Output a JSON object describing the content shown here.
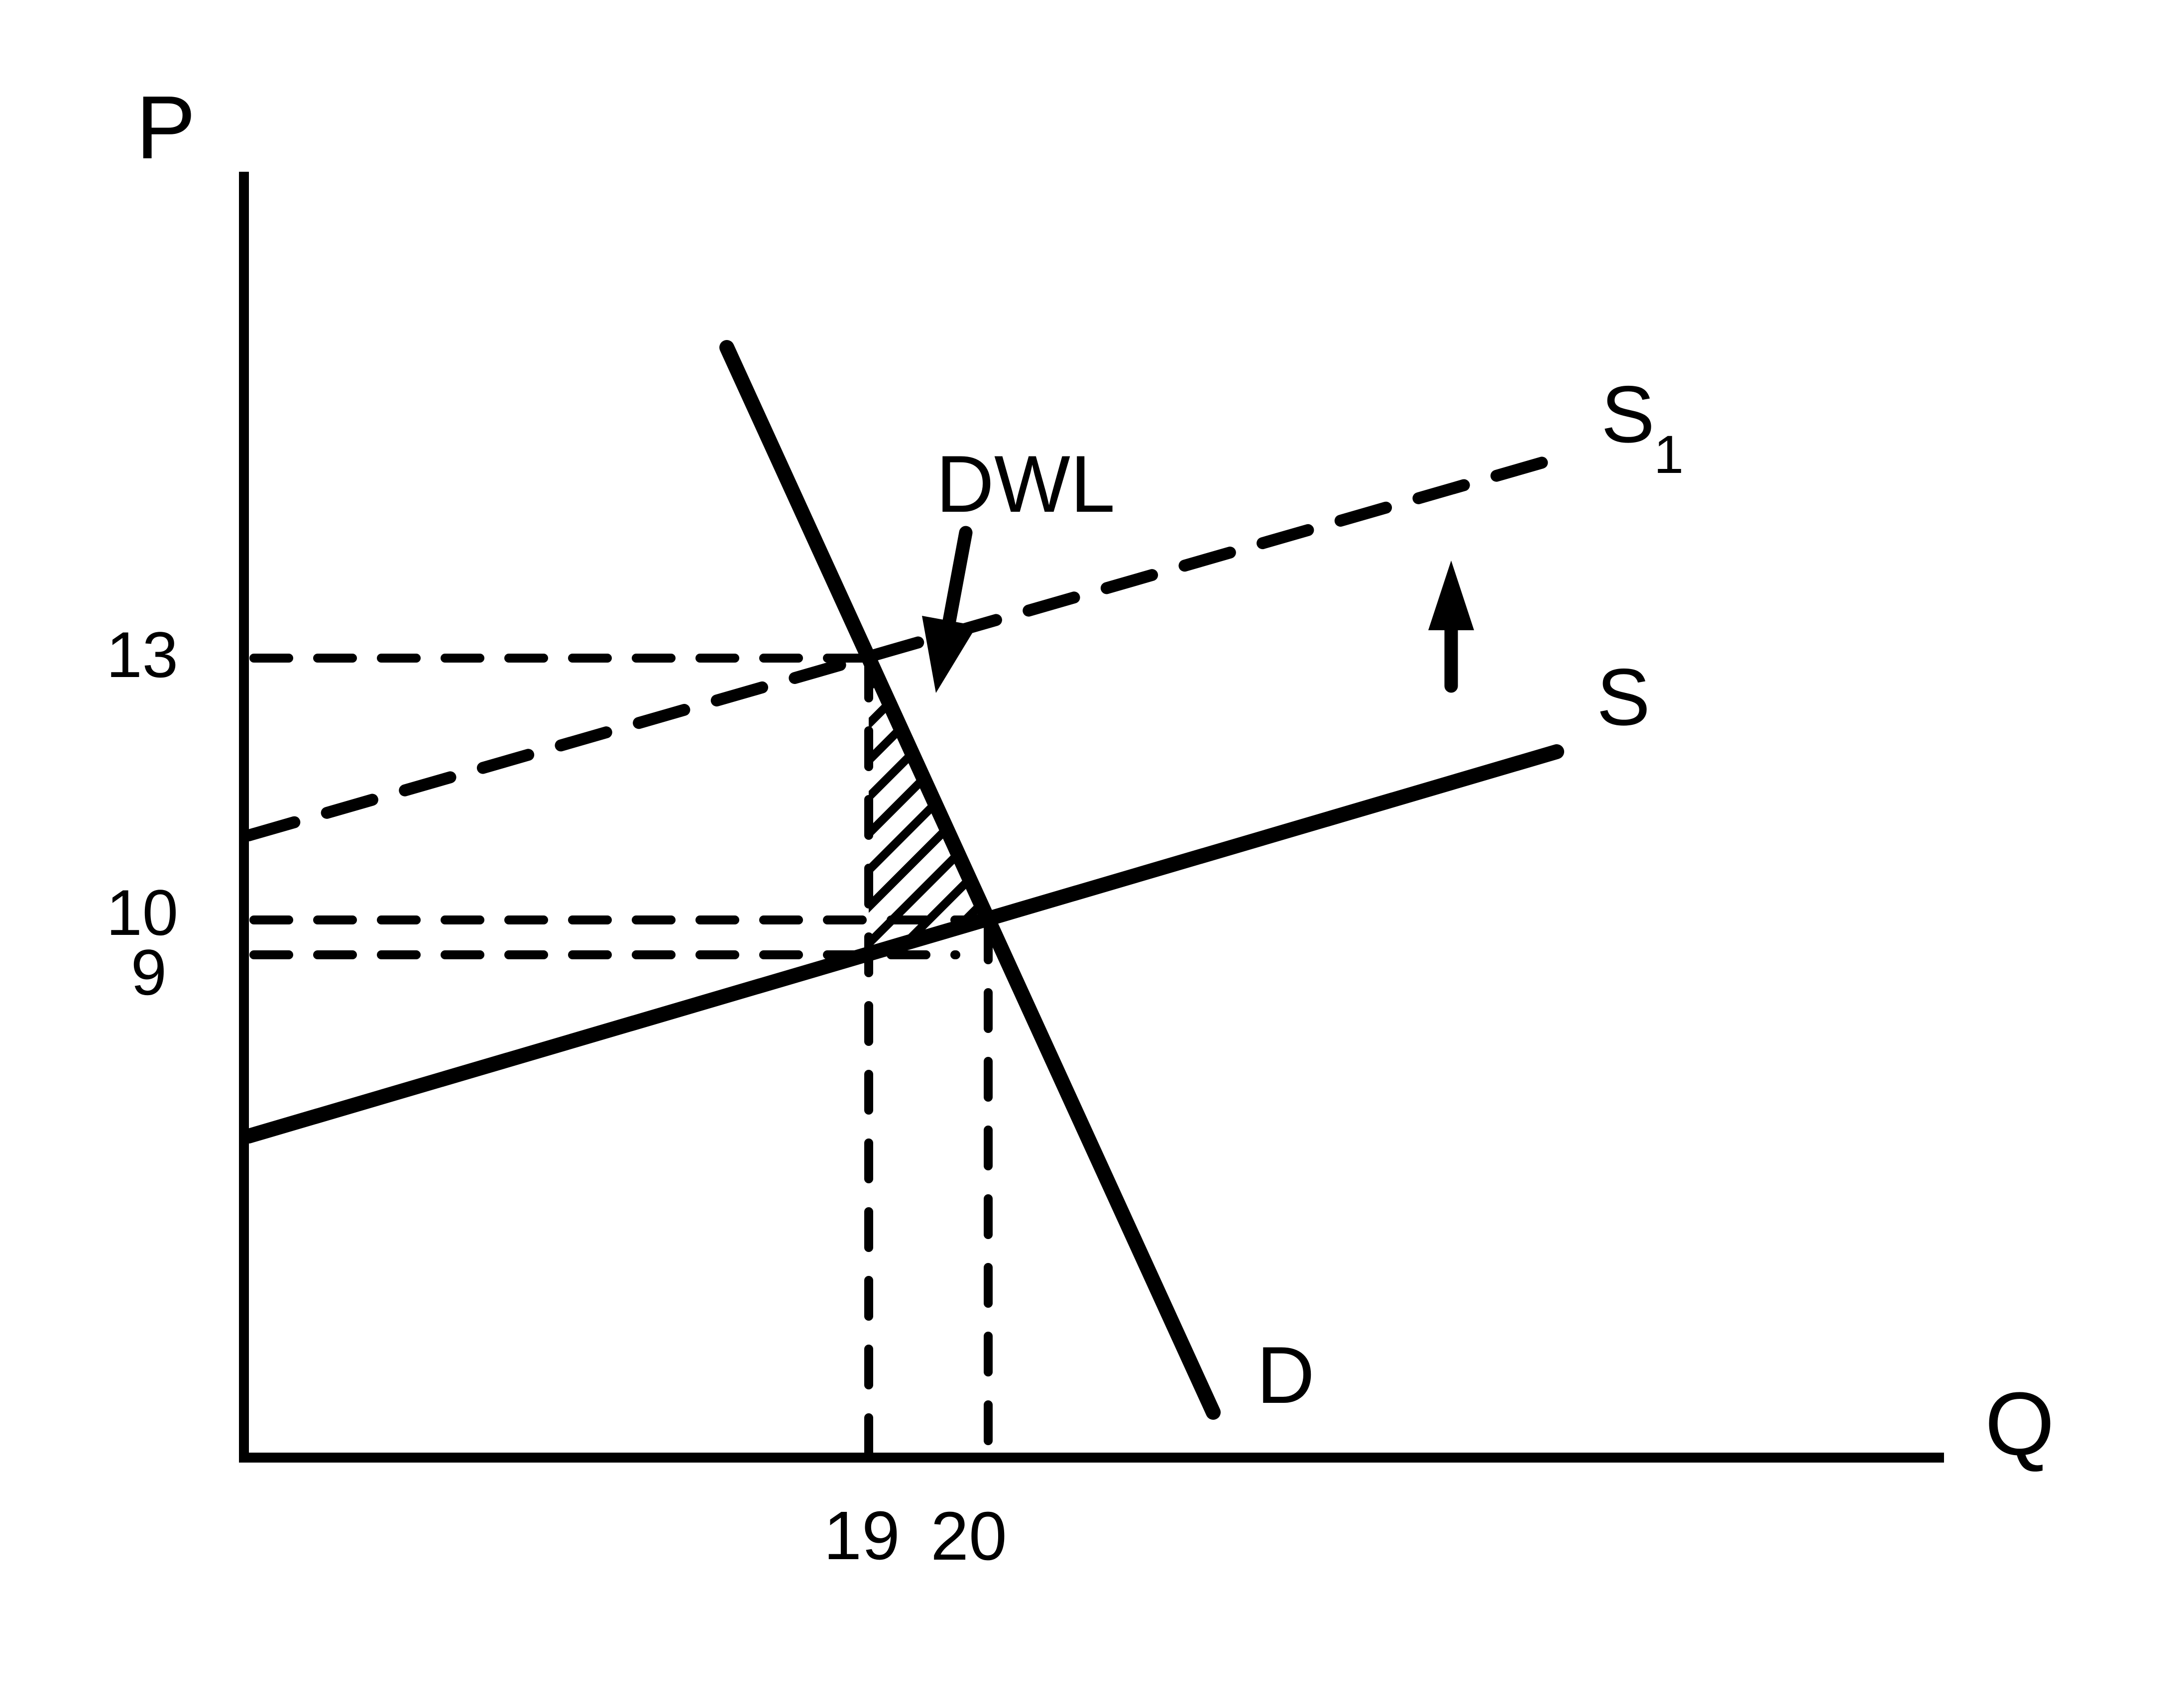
{
  "colors": {
    "ink": "#000000",
    "background": "#ffffff"
  },
  "axes": {
    "y_axis_label": "P",
    "x_axis_label": "Q"
  },
  "curves": {
    "demand_label": "D",
    "supply_label": "S",
    "shifted_supply_label": "S",
    "shifted_supply_subscript": "1"
  },
  "annotations": {
    "deadweight_loss_label": "DWL"
  },
  "price_ticks": {
    "p13": "13",
    "p10": "10",
    "p9": "9"
  },
  "quantity_ticks": {
    "q19": "19",
    "q20": "20"
  },
  "chart_data": {
    "type": "line",
    "xlabel": "Q",
    "ylabel": "P",
    "series": [
      {
        "name": "D",
        "style": "solid",
        "points": [
          [
            19,
            13
          ],
          [
            20,
            10
          ]
        ]
      },
      {
        "name": "S",
        "style": "solid",
        "points": [
          [
            19,
            9
          ],
          [
            20,
            10
          ]
        ]
      },
      {
        "name": "S1",
        "style": "dashed",
        "points": [
          [
            19,
            13
          ]
        ],
        "note": "supply shifted up from S; new equilibrium at (19, 13)"
      }
    ],
    "reference_prices": [
      13,
      10,
      9
    ],
    "reference_quantities": [
      19,
      20
    ],
    "equilibria": {
      "original": {
        "quantity": 20,
        "price": 10
      },
      "new": {
        "quantity": 19,
        "price": 13
      }
    },
    "annotations": [
      "DWL shaded triangle between Q=19 and Q=20 bounded by D and S"
    ],
    "legend_position": "labels-at-line-ends",
    "grid": false
  }
}
